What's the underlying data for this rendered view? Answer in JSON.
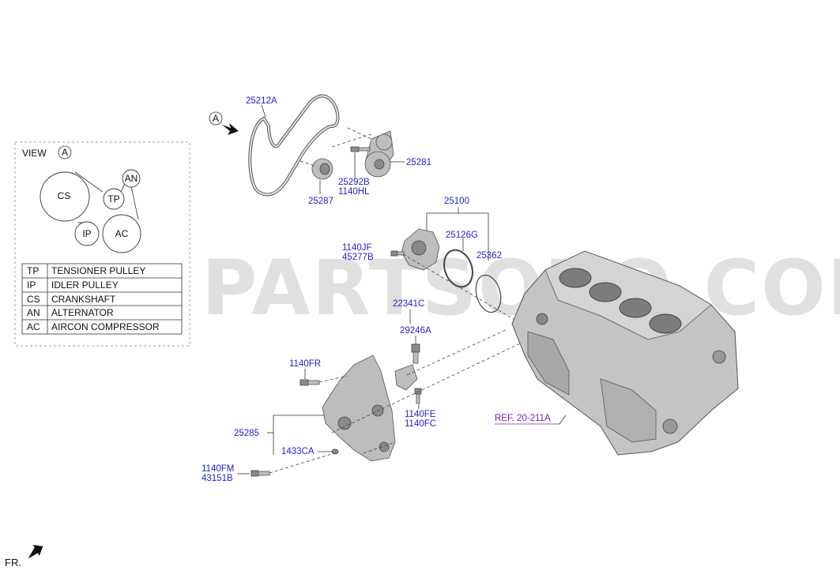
{
  "watermark": "PARTSOUQ.COM",
  "view_box": {
    "title": "VIEW",
    "marker": "A",
    "pulleys": [
      "CS",
      "TP",
      "AN",
      "IP",
      "AC"
    ]
  },
  "legend": [
    {
      "code": "TP",
      "name": "TENSIONER PULLEY"
    },
    {
      "code": "IP",
      "name": "IDLER PULLEY"
    },
    {
      "code": "CS",
      "name": "CRANKSHAFT"
    },
    {
      "code": "AN",
      "name": "ALTERNATOR"
    },
    {
      "code": "AC",
      "name": "AIRCON COMPRESSOR"
    }
  ],
  "view_marker": "A",
  "part_labels": {
    "belt": "25212A",
    "tensioner": "25281",
    "bolt_tensioner_1": "25292B",
    "bolt_tensioner_2": "1140HL",
    "idler": "25287",
    "water_pump_assy": "25100",
    "gasket": "25126G",
    "o_ring": "25362",
    "wp_bolt_1": "1140JF",
    "wp_bolt_2": "45277B",
    "sensor": "22341C",
    "sensor_2": "29246A",
    "bracket_bolt": "1140FR",
    "bracket_bolt_2_a": "1140FE",
    "bracket_bolt_2_b": "1140FC",
    "bracket": "25285",
    "pin": "1433CA",
    "bracket_bolt_3_a": "1140FM",
    "bracket_bolt_3_b": "43151B"
  },
  "ref_label": "REF. 20-211A",
  "front_label": "FR."
}
